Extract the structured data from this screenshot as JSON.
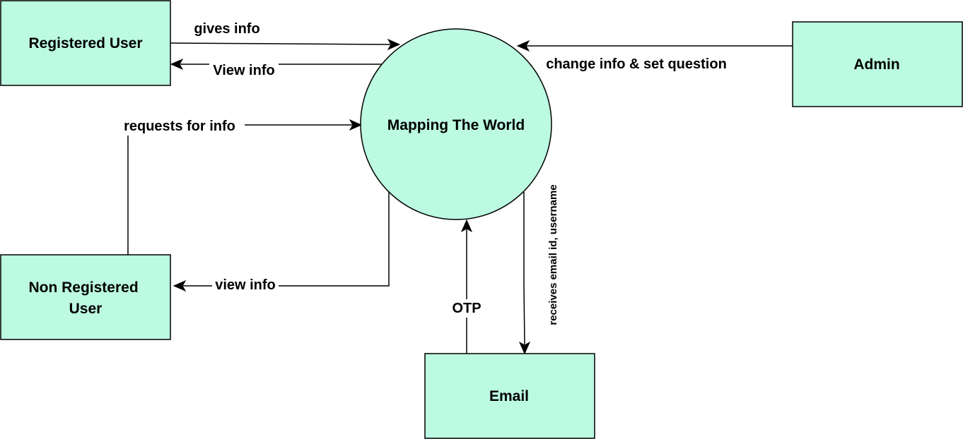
{
  "colors": {
    "node_fill": "#bcfae2",
    "stroke": "#000000",
    "background": "#ffffff"
  },
  "nodes": {
    "registered_user": "Registered User",
    "non_registered_user_line1": "Non Registered",
    "non_registered_user_line2": "User",
    "admin": "Admin",
    "email": "Email",
    "mapping_the_world": "Mapping The World"
  },
  "edges": {
    "gives_info": "gives info",
    "view_info_registered": "View info",
    "requests_for_info": "requests for info",
    "view_info_non_registered": "view info",
    "change_info": "change info & set question",
    "otp": "OTP",
    "receives_email": "receives email id, username"
  }
}
